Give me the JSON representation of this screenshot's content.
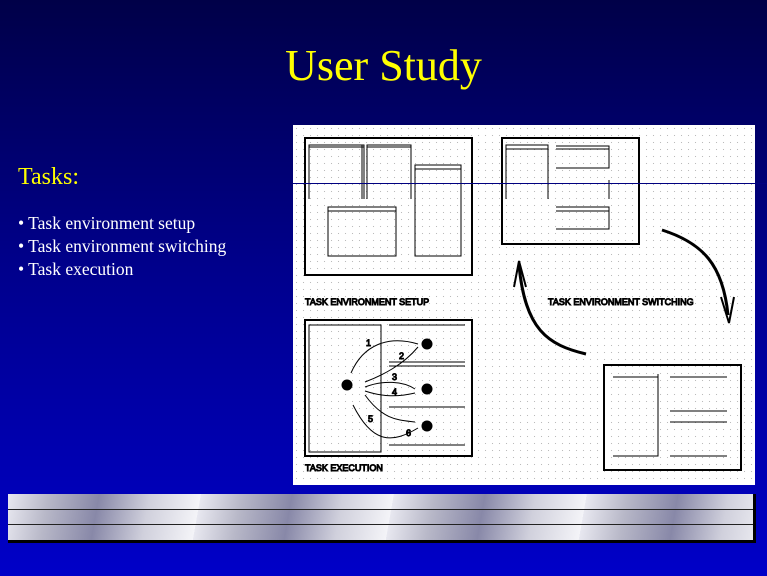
{
  "slide": {
    "title": "User Study",
    "tasks_heading": "Tasks:",
    "bullets": [
      "• Task environment setup",
      "• Task environment switching",
      "• Task execution"
    ]
  },
  "figure": {
    "labels": {
      "setup": "TASK ENVIRONMENT SETUP",
      "switching": "TASK ENVIRONMENT SWITCHING",
      "execution": "TASK EXECUTION"
    },
    "steps": [
      "1",
      "2",
      "3",
      "4",
      "5",
      "6"
    ]
  }
}
